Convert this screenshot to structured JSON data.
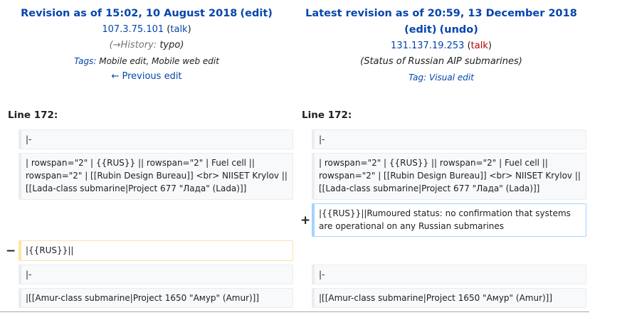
{
  "left": {
    "title_prefix": "Revision as of 15:02, 10 August 2018",
    "edit_label": "edit",
    "user": "107.3.75.101",
    "talk_label": "talk",
    "summary_arrow": "(→",
    "summary_section": "History:",
    "summary_text": "typo)",
    "tags_label": "Tags:",
    "tags_value": "Mobile edit, Mobile web edit",
    "prev_link": "← Previous edit",
    "line_label": "Line 172:"
  },
  "right": {
    "title_prefix": "Latest revision as of 20:59, 13 December 2018",
    "edit_label": "edit",
    "undo_label": "undo",
    "user": "131.137.19.253",
    "talk_label": "talk",
    "summary": "(Status of Russian AIP submarines)",
    "tags_label": "Tag:",
    "tags_value": "Visual edit",
    "line_label": "Line 172:"
  },
  "diff": {
    "ctx1": "|-",
    "ctx2": "| rowspan=\"2\" | {{RUS}} || rowspan=\"2\" | Fuel cell || rowspan=\"2\" | [[Rubin Design Bureau]] <br> NIISET Krylov ||[[Lada-class submarine|Project 677 \"Лада\" (Lada)]]",
    "added": "|{{RUS}}||Rumoured status: no confirmation that systems are operational on any Russian submarines",
    "removed": "|{{RUS}}||",
    "ctx3": "|-",
    "ctx4": "|[[Amur-class submarine|Project 1650 \"Амур\" (Amur)]]",
    "plus": "+",
    "minus": "−"
  },
  "colors": {
    "link": "#0645ad",
    "talk_red": "#ba0000",
    "added_border": "#a3d3ff",
    "removed_border": "#ffe49c",
    "context_bg": "#f8f9fa"
  }
}
